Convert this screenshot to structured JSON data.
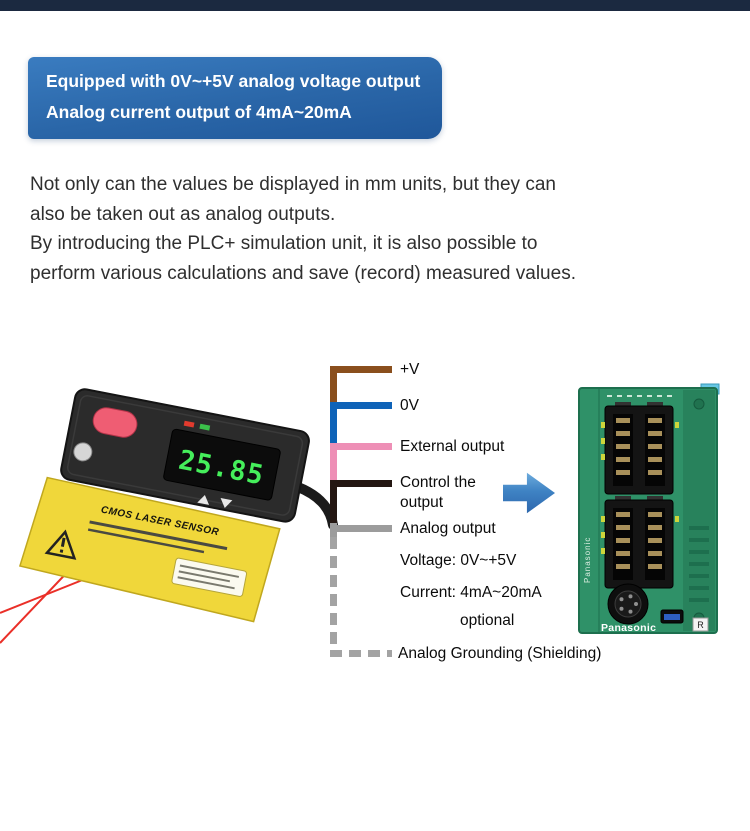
{
  "page": {
    "background": "#ffffff",
    "top_bar_color": "#1b2940"
  },
  "banner": {
    "line1": "Equipped with 0V~+5V analog voltage output",
    "line2": "Analog current output of 4mA~20mA",
    "bg_color": "#2e6eb0"
  },
  "intro": {
    "lines": [
      "Not only can the values be displayed in mm units, but they can",
      "also be taken out as analog outputs.",
      "By introducing the PLC+ simulation unit, it is also possible to",
      "perform various calculations and save (record) measured values."
    ]
  },
  "sensor": {
    "display_value": "25.85",
    "label_title": "CMOS LASER SENSOR"
  },
  "wires": [
    {
      "label": "+V",
      "color": "#8a4f1d",
      "dashed": false
    },
    {
      "label": "0V",
      "color": "#0e63b8",
      "dashed": false
    },
    {
      "label": "External output",
      "color": "#ee8fb6",
      "dashed": false
    },
    {
      "label": "Control the output",
      "color": "#241712",
      "dashed": false
    },
    {
      "label": "Analog output",
      "color": "#9c9c9c",
      "dashed": false
    },
    {
      "label": "Analog Grounding (Shielding)",
      "color": "#a3a3a3",
      "dashed": true
    }
  ],
  "analog_notes": {
    "voltage": "Voltage: 0V~+5V",
    "current": "Current: 4mA~20mA",
    "optional": "optional"
  },
  "arrow": {
    "color": "#3f83c4"
  },
  "plc": {
    "brand": "Panasonic",
    "side_text": "Panasonic",
    "logo_r": "R"
  }
}
